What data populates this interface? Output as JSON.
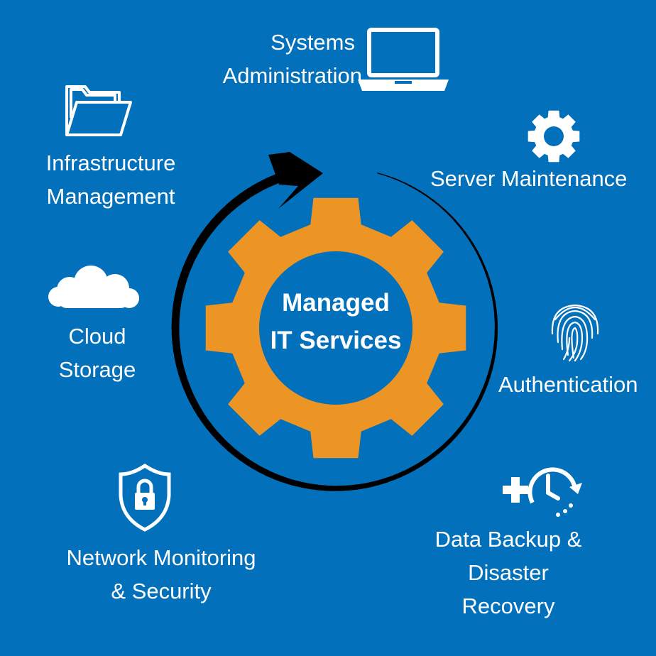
{
  "center": {
    "line1": "Managed",
    "line2": "IT Services"
  },
  "colors": {
    "background": "#0270ba",
    "gear": "#ec9424",
    "arrow": "#000000",
    "text": "#ffffff"
  },
  "services": [
    {
      "line1": "Systems",
      "line2": "Administration",
      "icon": "laptop-icon"
    },
    {
      "line1": "Server Maintenance",
      "icon": "gear-icon"
    },
    {
      "line1": "Authentication",
      "icon": "fingerprint-icon"
    },
    {
      "line1": "Data Backup &",
      "line2": "Disaster",
      "line3": "Recovery",
      "icon": "backup-clock-icon"
    },
    {
      "line1": "Network Monitoring",
      "line2": "& Security",
      "icon": "shield-lock-icon"
    },
    {
      "line1": "Cloud",
      "line2": "Storage",
      "icon": "cloud-icon"
    },
    {
      "line1": "Infrastructure",
      "line2": "Management",
      "icon": "folder-icon"
    }
  ]
}
